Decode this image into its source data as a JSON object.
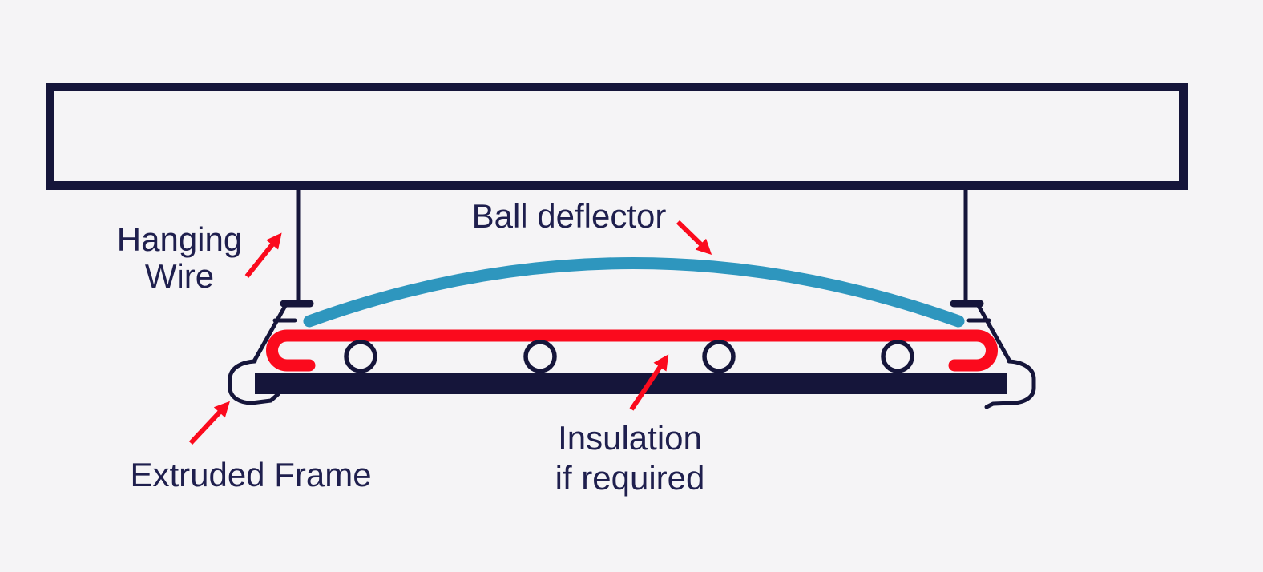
{
  "colors": {
    "bg": "#f5f4f6",
    "navy": "#15153a",
    "red": "#fb0a1d",
    "blue": "#2e96be",
    "text": "#1f1f4e"
  },
  "labels": {
    "hanging_wire": {
      "line1": "Hanging",
      "line2": "Wire"
    },
    "ball_deflector": "Ball deflector",
    "insulation": {
      "line1": "Insulation",
      "line2": "if required"
    },
    "extruded_frame": "Extruded Frame"
  }
}
